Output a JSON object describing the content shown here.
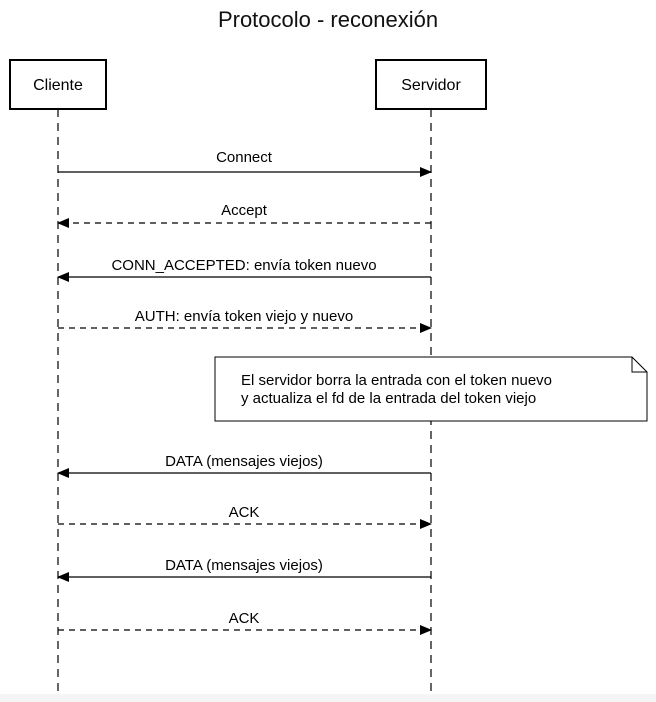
{
  "title": "Protocolo - reconexión",
  "participants": [
    {
      "id": "client",
      "label": "Cliente"
    },
    {
      "id": "server",
      "label": "Servidor"
    }
  ],
  "messages": [
    {
      "label": "Connect",
      "from": "client",
      "to": "server",
      "style": "solid"
    },
    {
      "label": "Accept",
      "from": "server",
      "to": "client",
      "style": "dashed"
    },
    {
      "label": "CONN_ACCEPTED: envía token nuevo",
      "from": "server",
      "to": "client",
      "style": "solid"
    },
    {
      "label": "AUTH: envía token viejo y nuevo",
      "from": "client",
      "to": "server",
      "style": "dashed"
    },
    {
      "label": "DATA (mensajes viejos)",
      "from": "server",
      "to": "client",
      "style": "solid"
    },
    {
      "label": "ACK",
      "from": "client",
      "to": "server",
      "style": "dashed"
    },
    {
      "label": "DATA (mensajes viejos)",
      "from": "server",
      "to": "client",
      "style": "solid"
    },
    {
      "label": "ACK",
      "from": "client",
      "to": "server",
      "style": "dashed"
    }
  ],
  "note": {
    "lines": [
      "El servidor borra la entrada con el token nuevo",
      "y actualiza el fd de la entrada del token viejo"
    ]
  },
  "colors": {
    "line": "#000000",
    "background": "#ffffff",
    "note_fill": "#ffffff"
  }
}
